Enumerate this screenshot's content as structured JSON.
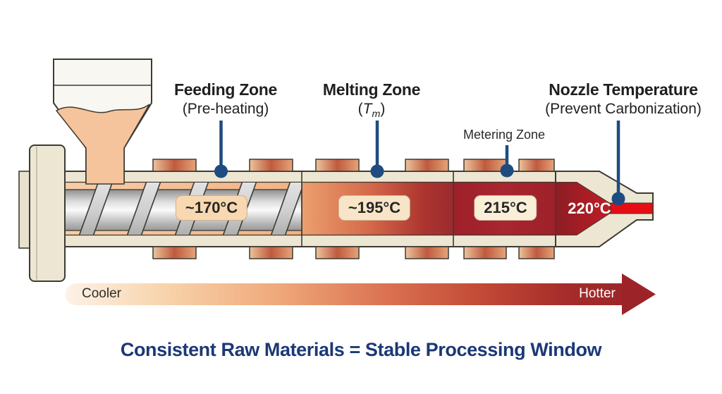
{
  "diagram": {
    "zones": {
      "feeding": {
        "label": "Feeding Zone",
        "sublabel": "(Pre-heating)",
        "temperature": "~170°C"
      },
      "melting": {
        "label": "Melting Zone",
        "sub_prefix": "(",
        "sub_symbol": "T",
        "sub_subscript": "m",
        "sub_suffix": ")",
        "temperature": "~195°C"
      },
      "metering": {
        "label": "Metering Zone",
        "temperature": "215°C"
      },
      "nozzle": {
        "label": "Nozzle Temperature",
        "sublabel": "(Prevent Carbonization)",
        "temperature": "220°C"
      }
    },
    "gradient_arrow": {
      "left_label": "Cooler",
      "right_label": "Hotter"
    },
    "caption": "Consistent Raw Materials = Stable Processing Window",
    "colors": {
      "pointer_blue": "#1e4c80",
      "caption_navy": "#1b3876",
      "barrel_cream": "#ece6d3",
      "feeding_peach": "#f4bd92",
      "melting_orange": "#d4694a",
      "metering_crimson": "#a32127",
      "nozzle_channel_red": "#e40e14",
      "heater_band_copper": "#bf5a3e"
    }
  }
}
